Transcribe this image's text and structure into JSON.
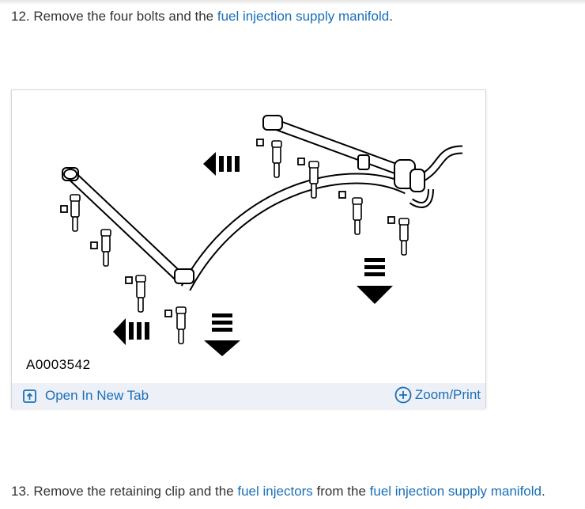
{
  "steps": [
    {
      "number": "12.",
      "text_before": "Remove the four bolts and the",
      "link1": "fuel injection supply manifold",
      "text_after": "."
    },
    {
      "number": "13.",
      "text_before": "Remove the retaining clip and the",
      "link1": "fuel injectors",
      "text_middle": "from the",
      "link2": "fuel injection supply manifold",
      "text_after": "."
    }
  ],
  "figure": {
    "code": "A0003542",
    "open_label": "Open In New Tab",
    "zoom_label": "Zoom/Print",
    "open_icon": "open-in-new-tab-icon",
    "zoom_icon": "plus-circle-icon"
  },
  "colors": {
    "link": "#1a6fb5",
    "toolbar_bg": "#eef0f7"
  }
}
